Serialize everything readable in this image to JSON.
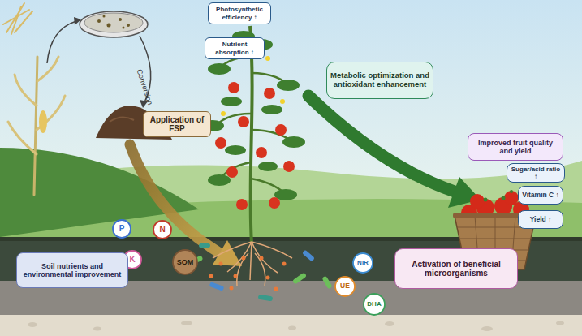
{
  "diagram": {
    "nodes": [
      {
        "text": [
          "Photosynthetic efficiency ↑"
        ]
      },
      {
        "text": [
          "Nutrient absorption ↑"
        ]
      },
      {
        "text": [
          "Application of FSP"
        ]
      },
      {
        "text": [
          "Metabolic optimization and antioxidant enhancement"
        ]
      },
      {
        "text": [
          "Improved fruit quality and yield"
        ]
      },
      {
        "text": [
          "Sugar/acid ratio ↑"
        ]
      },
      {
        "text": [
          "Vitamin C ↑"
        ]
      },
      {
        "text": [
          "Yield ↑"
        ]
      },
      {
        "text": [
          "P"
        ]
      },
      {
        "text": [
          "N"
        ]
      },
      {
        "text": [
          "K"
        ]
      },
      {
        "text": [
          "SOM"
        ]
      },
      {
        "text": [
          "Soil nutrients and environmental improvement"
        ]
      },
      {
        "text": [
          "NIR"
        ]
      },
      {
        "text": [
          "Activation of beneficial microorganisms"
        ]
      },
      {
        "text": [
          "UE"
        ]
      },
      {
        "text": [
          "DHA"
        ]
      }
    ],
    "labels": [
      "Conversion"
    ]
  }
}
